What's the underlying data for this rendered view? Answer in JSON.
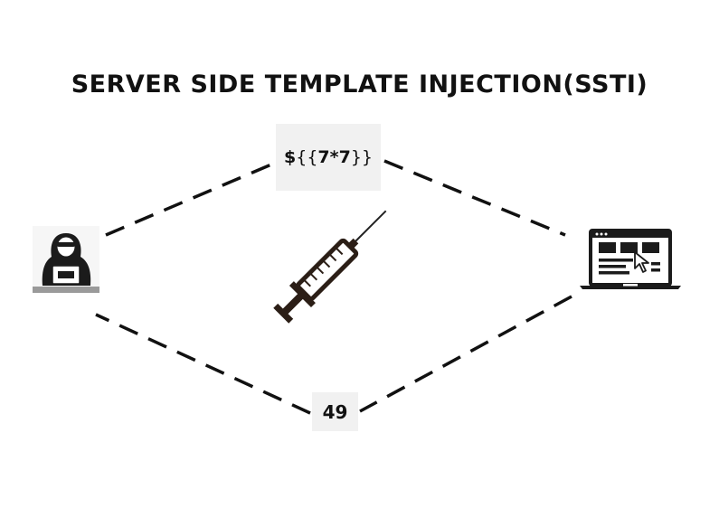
{
  "title": "SERVER SIDE TEMPLATE INJECTION(SSTI)",
  "payload": {
    "prefix": "$",
    "open_braces": "{{",
    "expression": "7*7",
    "close_braces": "}}"
  },
  "result": "49",
  "icons": {
    "attacker": "hacker-icon",
    "injection": "syringe-icon",
    "server": "laptop-browser-icon"
  },
  "colors": {
    "ink": "#111111",
    "label_background": "#f1f1f1",
    "desk": "#9a9a9a"
  }
}
